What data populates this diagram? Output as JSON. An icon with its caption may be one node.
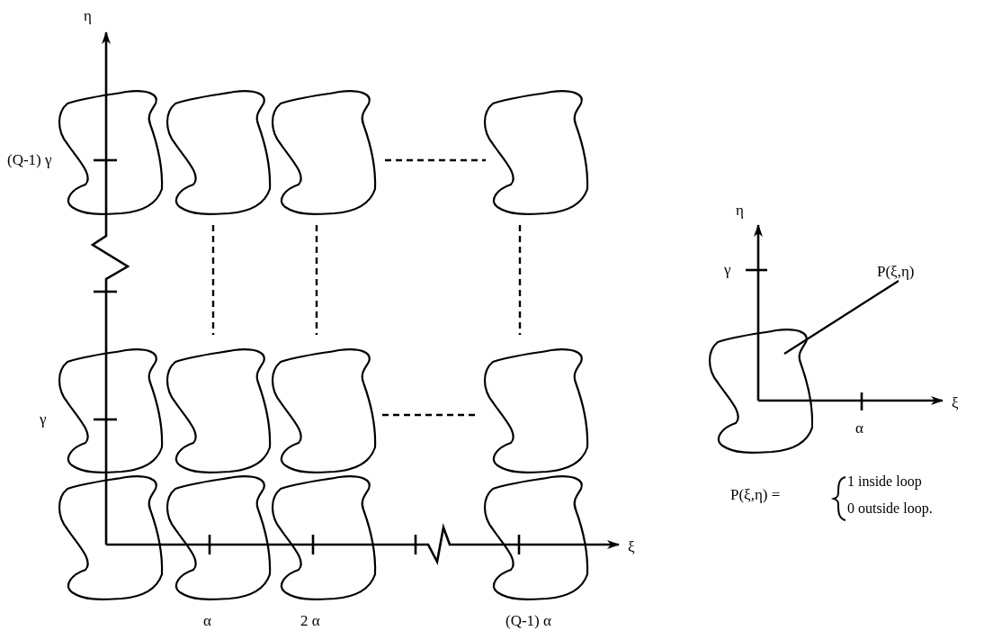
{
  "diagram": {
    "nodes": [
      {
        "text": [
          "P(ξ,η)"
        ]
      },
      {
        "text": [],
        "shape": "loop"
      }
    ],
    "edges": [
      {
        "from": 0,
        "to": 1,
        "arrow": "none"
      }
    ],
    "labels": [
      "η",
      "(Q-1) γ",
      "γ",
      "α",
      "2 α",
      "(Q-1) α",
      "ξ",
      "η",
      "γ",
      "ξ",
      "α",
      "P(ξ,η) =",
      "1 inside loop",
      "0 outside loop."
    ]
  }
}
